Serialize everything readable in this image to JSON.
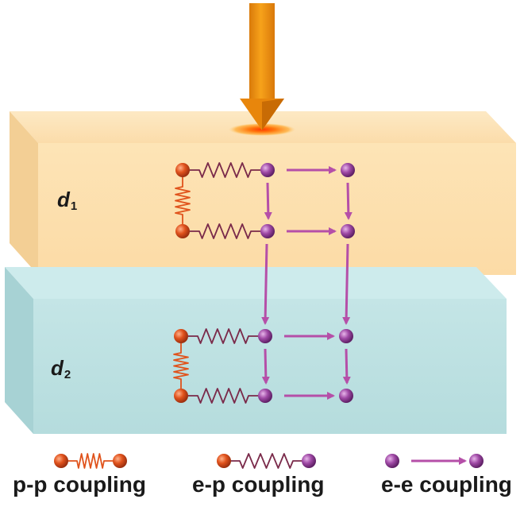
{
  "layers": [
    {
      "symbol": "d",
      "subscript": "1",
      "color": "#fde3b2"
    },
    {
      "symbol": "d",
      "subscript": "2",
      "color": "#bfe2e3"
    }
  ],
  "legend": [
    {
      "label": "p-p coupling"
    },
    {
      "label": "e-p coupling"
    },
    {
      "label": "e-e coupling"
    }
  ],
  "colors": {
    "phonon": "#d9531e",
    "electron": "#9b4a9f",
    "arrow": "#b54fa8",
    "laser": "#f0950f",
    "spring_pp": "#e0531c",
    "spring_ep": "#7a2a4a"
  },
  "icons": [
    "laser-pulse-arrow",
    "phonon-particle",
    "electron-particle",
    "spring-coupling",
    "transfer-arrow"
  ]
}
